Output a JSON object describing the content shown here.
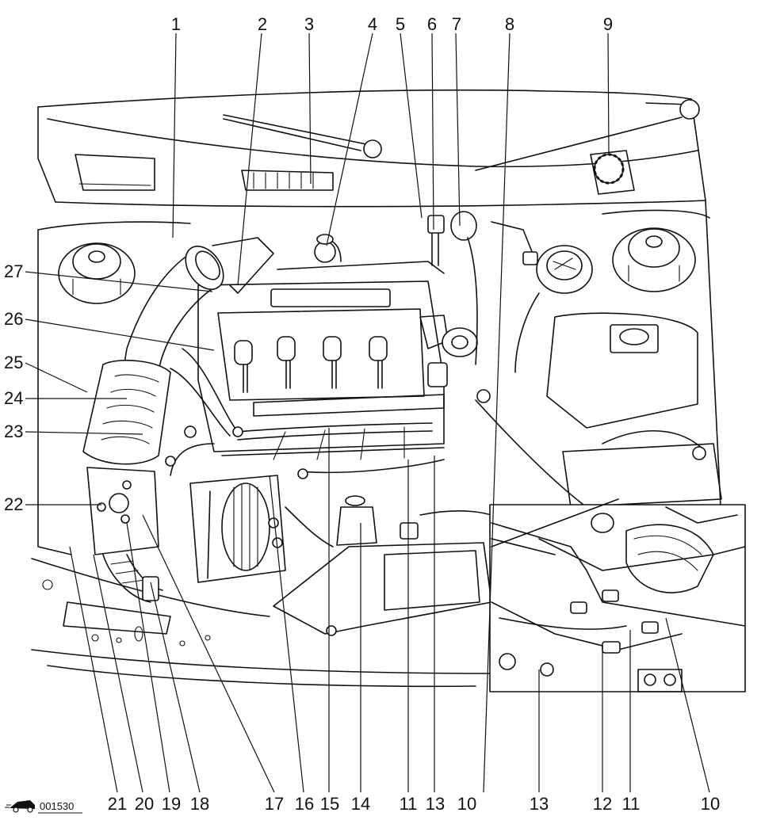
{
  "figure": {
    "stamp": "001530"
  },
  "callouts": {
    "top": [
      "1",
      "2",
      "3",
      "4",
      "5",
      "6",
      "7",
      "8",
      "9"
    ],
    "left": [
      "27",
      "26",
      "25",
      "24",
      "23",
      "22"
    ],
    "bottom": [
      "21",
      "20",
      "19",
      "18",
      "17",
      "16",
      "15",
      "14",
      "11",
      "13",
      "10",
      "13",
      "12",
      "11",
      "10"
    ]
  },
  "icon": "car-logo-icon"
}
